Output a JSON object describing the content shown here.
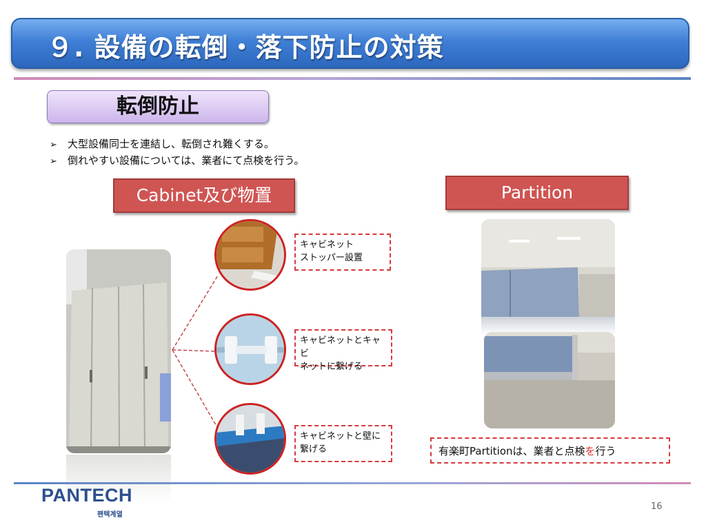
{
  "title": "９. 設備の転倒・落下防止の対策",
  "section_label": "転倒防止",
  "bullets": [
    "大型設備同士を連結し、転倒され難くする。",
    "倒れやすい設備については、業者にて点検を行う。"
  ],
  "bullet_marker": "➢",
  "cabinet_heading": "Cabinet及び物置",
  "partition_heading": "Partition",
  "callouts": [
    "キャビネット\nストッパー設置",
    "キャビネットとキャビ\nネットに繋げる",
    "キャビネットと壁に\n繋げる"
  ],
  "partition_note": {
    "before": "有楽町Partitionは、業者と点検",
    "highlight": "を",
    "after": "行う"
  },
  "colors": {
    "title_bar": "#3f7fd6",
    "red_heading": "#cf5553",
    "callout_border": "#d63a3a",
    "highlight_text": "#e03030"
  },
  "logo": {
    "main": "PANTECH",
    "sub": "팬텍계열"
  },
  "page_number": "16"
}
